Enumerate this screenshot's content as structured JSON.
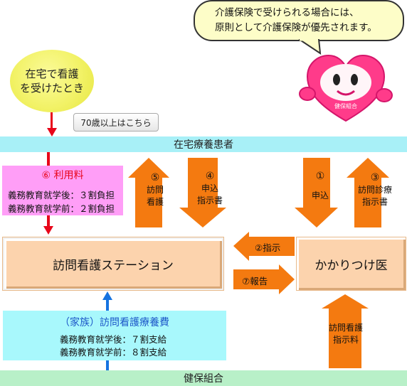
{
  "start": {
    "line1": "在宅で看護",
    "line2": "を受けたとき"
  },
  "age_button": {
    "label": "70歳以上はこちら"
  },
  "patient": {
    "label": "在宅療養患者"
  },
  "fee": {
    "title": "⑥ 利用料",
    "line1": "義務教育就学後：３割負担",
    "line2": "義務教育就学前：２割負担"
  },
  "station": {
    "label": "訪問看護ステーション"
  },
  "doctor": {
    "label": "かかりつけ医"
  },
  "family": {
    "title": "（家族）訪問看護療養費",
    "line1": "義務教育就学後：７割支給",
    "line2": "義務教育就学前：８割支給"
  },
  "insurer": {
    "label": "健保組合"
  },
  "speech": {
    "line1": "介護保険で受けられる場合には、",
    "line2": "原則として介護保険が優先されます。"
  },
  "mascot": {
    "badge": "健保組合"
  },
  "arrows": {
    "a5": {
      "num": "⑤",
      "line1": "訪問",
      "line2": "看護"
    },
    "a4": {
      "num": "④",
      "line1": "申込",
      "line2": "指示書"
    },
    "a1": {
      "num": "①",
      "line1": "申込"
    },
    "a3": {
      "num": "③",
      "line1": "訪問診療",
      "line2": "指示書"
    },
    "a2": {
      "label": "②指示"
    },
    "a7": {
      "label": "⑦報告"
    },
    "fee_order": {
      "line1": "訪問看護",
      "line2": "指示料"
    }
  },
  "colors": {
    "arrow_orange": "#f47a10",
    "red": "#e8061a",
    "blue": "#1673e0",
    "patient_band": "#a8f0f7",
    "insurer_band": "#b8f0c8",
    "fee_box": "#ff9ef7",
    "node_fill": "#fcd3ad",
    "family_box": "#a8f8fc"
  }
}
